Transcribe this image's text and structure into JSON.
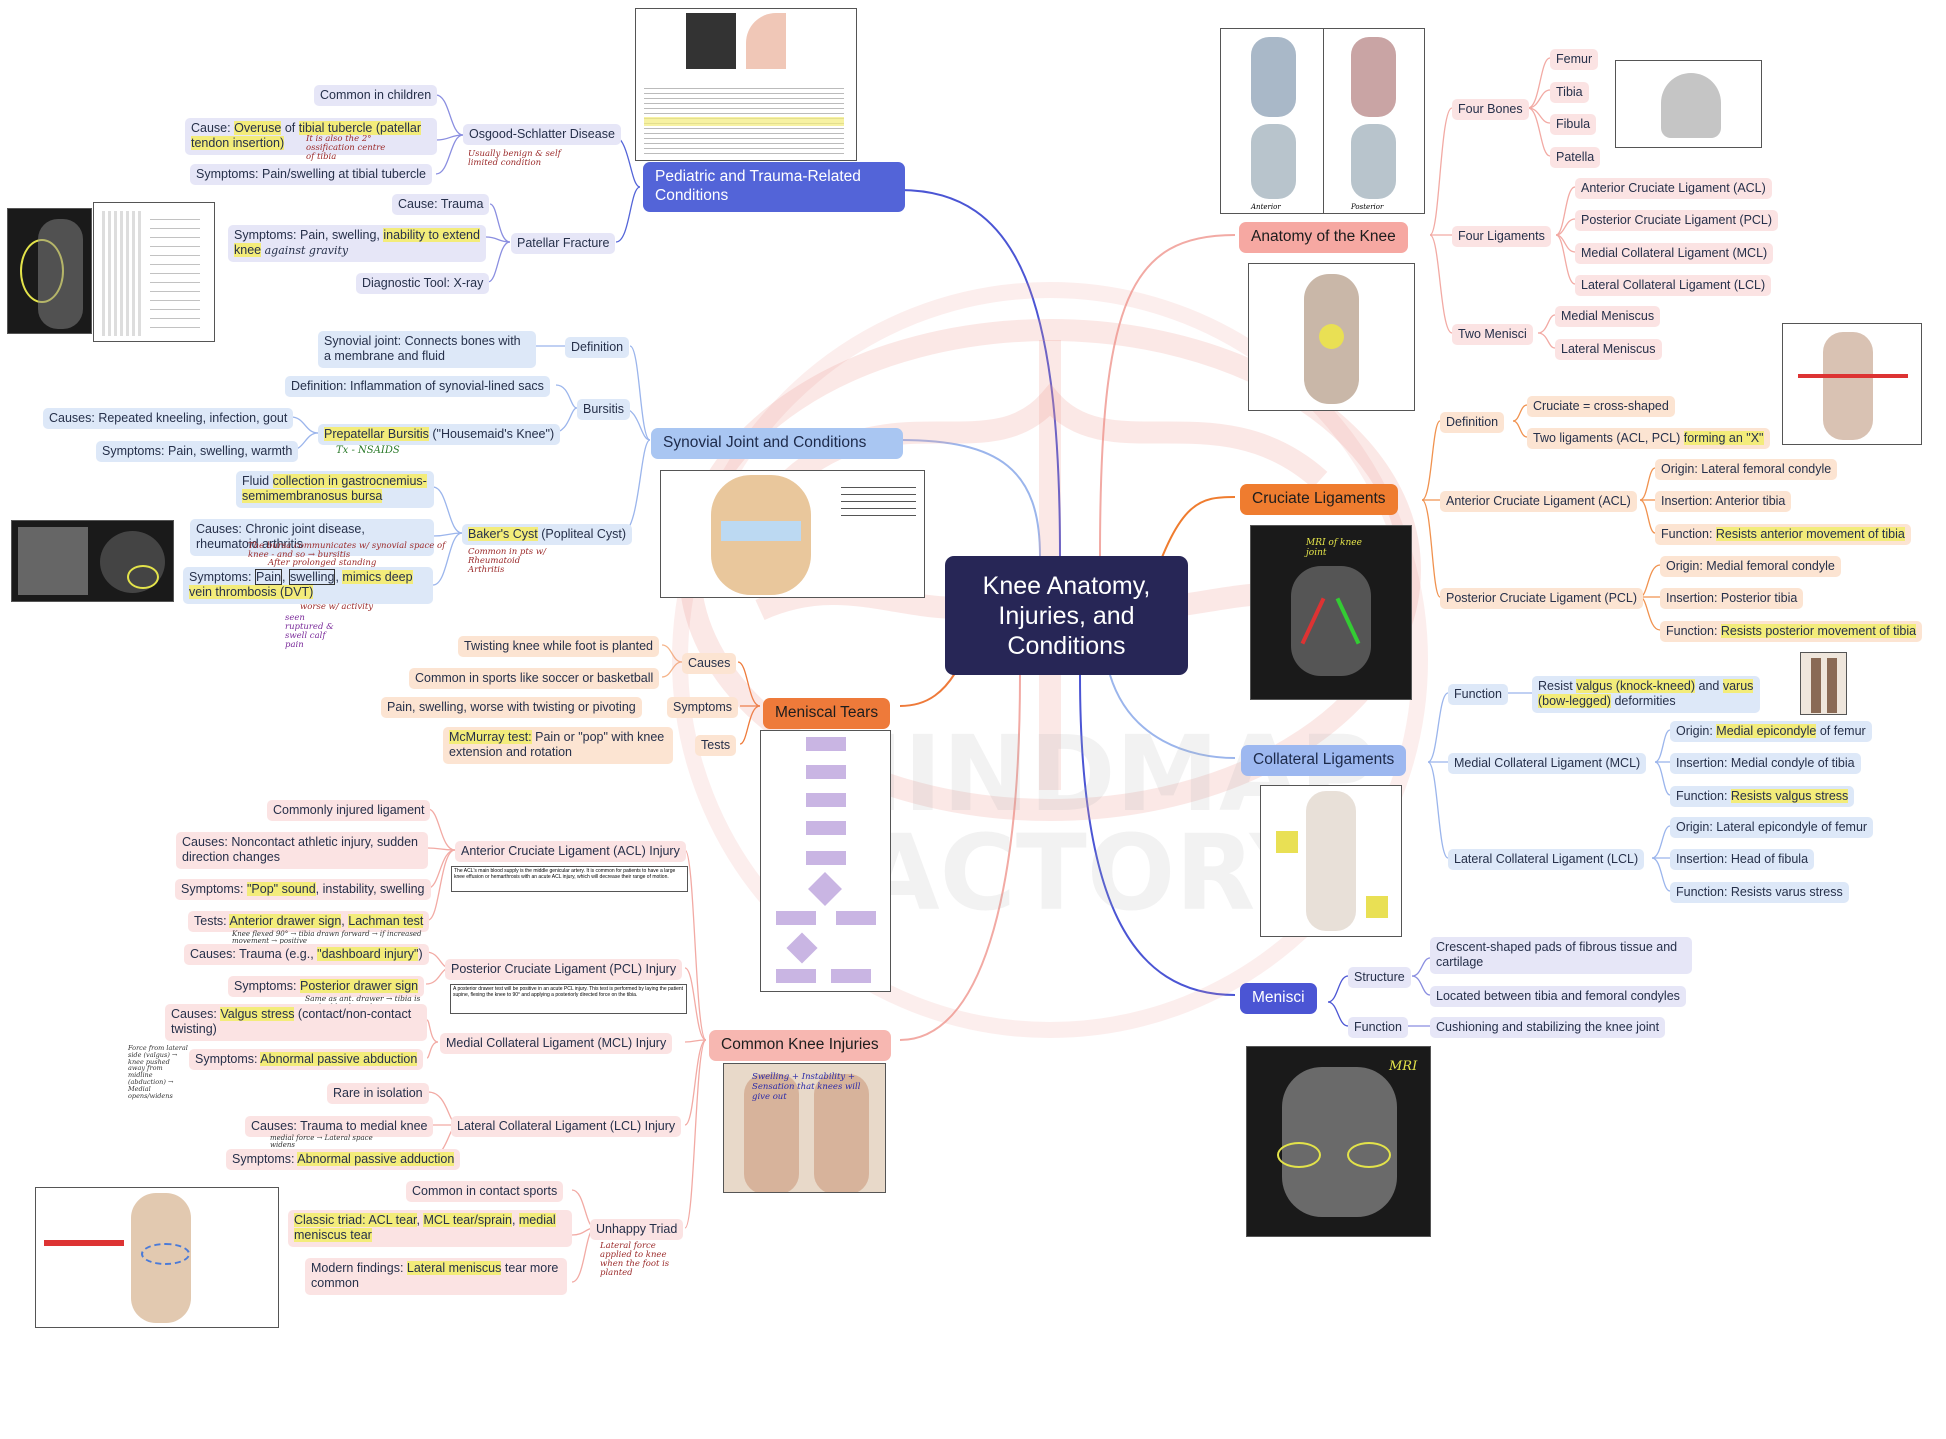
{
  "central": "Knee Anatomy, Injuries, and Conditions",
  "watermark": "MINDMAP FACTORY",
  "pediatric": {
    "title": "Pediatric and Trauma-Related Conditions",
    "osgood": "Osgood-Schlatter Disease",
    "osgood_children": "Common in children",
    "osgood_cause_pre": "Cause: ",
    "osgood_cause_hl1": "Overuse",
    "osgood_cause_mid": " of ",
    "osgood_cause_hl2": "tibial tubercle",
    "osgood_cause_hl3": " (patellar tendon insertion)",
    "osgood_symptoms": "Symptoms: Pain/swelling at tibial tubercle",
    "osgood_note": "Usually benign & self limited condition",
    "osgood_cause_note": "It is also the 2° ossification centre of tibia",
    "patellar": "Patellar Fracture",
    "patellar_cause": "Cause: Trauma",
    "patellar_symptoms_pre": "Symptoms: Pain, swelling, ",
    "patellar_symptoms_hl": "inability to extend knee",
    "patellar_symptoms_note": "against gravity",
    "patellar_diag": "Diagnostic Tool: X-ray"
  },
  "synovial": {
    "title": "Synovial Joint and Conditions",
    "definition": "Definition",
    "def_text": "Synovial joint: Connects bones with a membrane and fluid",
    "bursitis": "Bursitis",
    "bursitis_def": "Definition: Inflammation of synovial-lined sacs",
    "prepatellar_hl": "Prepatellar Bursitis",
    "prepatellar_rest": " (\"Housemaid's Knee\")",
    "prepatellar_note": "Tx - NSAIDS",
    "causes": "Causes: Repeated kneeling, infection, gout",
    "symptoms": "Symptoms: Pain, swelling, warmth",
    "baker_hl": "Baker's Cyst",
    "baker_rest": " (Popliteal Cyst)",
    "baker_note": "Common in pts w/ Rheumatoid Arthritis",
    "fluid_pre": "Fluid ",
    "fluid_hl": "collection in gastrocnemius-semimembranosus bursa",
    "baker_causes": "Causes: Chronic joint disease, rheumatoid arthritis",
    "baker_causes_note": "The bursa communicates w/ synovial space of knee - and so → bursitis",
    "baker_symptoms_pre": "Symptoms: ",
    "baker_symptoms_b1": "Pain",
    "baker_symptoms_b2": "swelling",
    "baker_symptoms_hl": "mimics deep vein thrombosis (DVT)",
    "baker_symptoms_note": "worse w/ activity",
    "baker_symptoms_note2": "After prolonged standing",
    "baker_dvt_note": "seen ruptured & swell calf pain"
  },
  "meniscal": {
    "title": "Meniscal Tears",
    "causes": "Causes",
    "cause1": "Twisting knee while foot is planted",
    "cause2": "Common in sports like soccer or basketball",
    "symptoms": "Symptoms",
    "symptom1": "Pain, swelling, worse with twisting or pivoting",
    "tests": "Tests",
    "test_hl": "McMurray test:",
    "test_rest": " Pain or \"pop\" with knee extension and rotation"
  },
  "common": {
    "title": "Common Knee Injuries",
    "acl": "Anterior Cruciate Ligament (ACL) Injury",
    "acl_common": "Commonly injured ligament",
    "acl_causes": "Causes: Noncontact athletic injury, sudden direction changes",
    "acl_symptoms_pre": "Symptoms: ",
    "acl_symptoms_hl": "\"Pop\" sound",
    "acl_symptoms_rest": ", instability, swelling",
    "acl_tests_pre": "Tests: ",
    "acl_tests_hl1": "Anterior drawer sign",
    "acl_tests_mid": ", ",
    "acl_tests_hl2": "Lachman test",
    "acl_tests_note": "Knee flexed 90° → tibia drawn forward → if increased movement → positive",
    "pcl": "Posterior Cruciate Ligament (PCL) Injury",
    "pcl_causes_pre": "Causes: Trauma (e.g., ",
    "pcl_causes_hl": "\"dashboard injury\"",
    "pcl_causes_post": ")",
    "pcl_symptoms_pre": "Symptoms: ",
    "pcl_symptoms_hl": "Posterior drawer sign",
    "pcl_symptoms_note": "Same as ant. drawer → tibia is pushed backwards",
    "mcl": "Medial Collateral Ligament (MCL) Injury",
    "mcl_causes_pre": "Causes: ",
    "mcl_causes_hl": "Valgus stress",
    "mcl_causes_rest": " (contact/non-contact twisting)",
    "mcl_symptoms_pre": "Symptoms: ",
    "mcl_symptoms_hl": "Abnormal passive abduction",
    "mcl_symptoms_note": "Force from lateral side (valgus) → knee pushed away from midline (abduction) → Medial opens/widens",
    "lcl": "Lateral Collateral Ligament (LCL) Injury",
    "lcl_rare": "Rare in isolation",
    "lcl_causes": "Causes: Trauma to medial knee",
    "lcl_symptoms_pre": "Symptoms: ",
    "lcl_symptoms_hl": "Abnormal passive adduction",
    "lcl_symptoms_note": "medial force → Lateral space widens",
    "triad": "Unhappy Triad",
    "triad_contact": "Common in contact sports",
    "triad_classic_hl1": "Classic triad: ACL tear",
    "triad_classic_hl2": "MCL tear/sprain",
    "triad_classic_hl3": "medial meniscus tear",
    "triad_modern_pre": "Modern findings: ",
    "triad_modern_hl": "Lateral meniscus",
    "triad_modern_rest": " tear more common",
    "triad_note": "Lateral force applied to knee when the foot is planted",
    "acl_box_text": "The ACL's main blood supply is the middle genicular artery. It is common for patients to have a large knee effusion or hemarthrosis with an acute ACL injury, which will decrease their range of motion.",
    "pcl_box_text": "A posterior drawer test will be positive in an acute PCL injury. This test is performed by laying the patient supine, flexing the knee to 90° and applying a posteriorly directed force on the tibia.",
    "knee_photo_note": "Swelling + Instability + Sensation that knees will give out"
  },
  "anatomy": {
    "title": "Anatomy of the Knee",
    "bones": "Four Bones",
    "bone1": "Femur",
    "bone2": "Tibia",
    "bone3": "Fibula",
    "bone4": "Patella",
    "ligaments": "Four Ligaments",
    "lig1": "Anterior Cruciate Ligament (ACL)",
    "lig2": "Posterior Cruciate Ligament (PCL)",
    "lig3": "Medial Collateral Ligament (MCL)",
    "lig4": "Lateral Collateral Ligament (LCL)",
    "menisci": "Two Menisci",
    "men1": "Medial Meniscus",
    "men2": "Lateral Meniscus",
    "img_label_left": "Anterior",
    "img_label_right": "Posterior"
  },
  "cruciate": {
    "title": "Cruciate Ligaments",
    "definition": "Definition",
    "def1": "Cruciate = cross-shaped",
    "def2_pre": "Two ligaments (ACL, PCL) ",
    "def2_hl": "forming an \"X\"",
    "acl": "Anterior Cruciate Ligament (ACL)",
    "acl_origin": "Origin: Lateral femoral condyle",
    "acl_insertion": "Insertion: Anterior tibia",
    "acl_function_pre": "Function: ",
    "acl_function_hl": "Resists anterior movement of tibia",
    "pcl": "Posterior Cruciate Ligament (PCL)",
    "pcl_origin": "Origin: Medial femoral condyle",
    "pcl_insertion": "Insertion: Posterior tibia",
    "pcl_function_pre": "Function: ",
    "pcl_function_hl": "Resists posterior movement of tibia",
    "mri_note": "MRI of knee joint"
  },
  "collateral": {
    "title": "Collateral Ligaments",
    "function": "Function",
    "function_pre": "Resist ",
    "function_hl1": "valgus (knock-kneed)",
    "function_mid": " and ",
    "function_hl2": "varus (bow-legged)",
    "function_rest": " deformities",
    "mcl": "Medial Collateral Ligament (MCL)",
    "mcl_origin_pre": "Origin: ",
    "mcl_origin_hl": "Medial epicondyle",
    "mcl_origin_rest": " of femur",
    "mcl_insertion": "Insertion: Medial condyle of tibia",
    "mcl_function_pre": "Function: ",
    "mcl_function_hl": "Resists valgus stress",
    "lcl": "Lateral Collateral Ligament (LCL)",
    "lcl_origin": "Origin: Lateral epicondyle of femur",
    "lcl_insertion": "Insertion: Head of fibula",
    "lcl_function": "Function: Resists varus stress"
  },
  "menisci": {
    "title": "Menisci",
    "structure": "Structure",
    "structure1": "Crescent-shaped pads of fibrous tissue and cartilage",
    "structure2": "Located between tibia and femoral condyles",
    "function": "Function",
    "function1": "Cushioning and stabilizing the knee joint",
    "mri_label": "MRI"
  },
  "colors": {
    "central": "#272656",
    "pediatric": "#5364d8",
    "synovial": "#a9c6f2",
    "meniscal": "#ee7a3a",
    "common": "#f7b7b1",
    "anatomy": "#f6a8a2",
    "cruciate": "#ef7c2f",
    "collateral": "#9db8f0",
    "menisci": "#4b55d4",
    "highlight": "#f3ec7a"
  }
}
